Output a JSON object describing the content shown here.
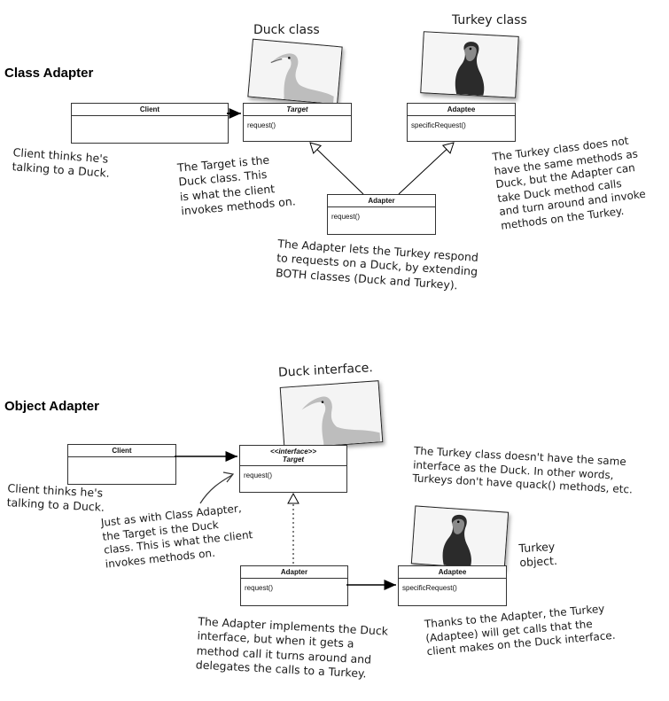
{
  "class_adapter": {
    "heading": "Class Adapter",
    "duck_label": "Duck class",
    "turkey_label": "Turkey class",
    "client": {
      "name": "Client",
      "ops": ""
    },
    "target": {
      "name": "Target",
      "ops": "request()"
    },
    "adaptee": {
      "name": "Adaptee",
      "ops": "specificRequest()"
    },
    "adapter": {
      "name": "Adapter",
      "ops": "request()"
    },
    "note_client": "Client thinks he's\ntalking to a Duck.",
    "note_target": "The Target is the\nDuck class. This\nis what the client\ninvokes methods on.",
    "note_turkey": "The Turkey class does not\nhave the same methods as\nDuck, but the Adapter can\ntake Duck method calls\nand turn around and invoke\nmethods on the Turkey.",
    "note_adapter": "The Adapter lets the Turkey respond\nto requests on a Duck, by extending\nBOTH classes (Duck and Turkey)."
  },
  "object_adapter": {
    "heading": "Object Adapter",
    "duck_label": "Duck interface.",
    "turkey_label": "Turkey\nobject.",
    "client": {
      "name": "Client",
      "ops": ""
    },
    "target": {
      "stereotype": "<<interface>>",
      "name": "Target",
      "ops": "request()"
    },
    "adapter": {
      "name": "Adapter",
      "ops": "request()"
    },
    "adaptee": {
      "name": "Adaptee",
      "ops": "specificRequest()"
    },
    "note_client": "Client thinks he's\ntalking to a Duck.",
    "note_target": "Just as with Class Adapter,\nthe Target is the Duck\nclass. This is what the client\ninvokes methods on.",
    "note_turkey": "The Turkey class doesn't have the same\ninterface as the Duck. In other words,\nTurkeys don't have quack() methods, etc.",
    "note_adapter": "The Adapter implements the Duck\ninterface, but when it gets a\nmethod call it turns around and\ndelegates the calls to a Turkey.",
    "note_thanks": "Thanks to the Adapter, the Turkey\n(Adaptee) will get calls that the\nclient makes on the Duck interface."
  }
}
